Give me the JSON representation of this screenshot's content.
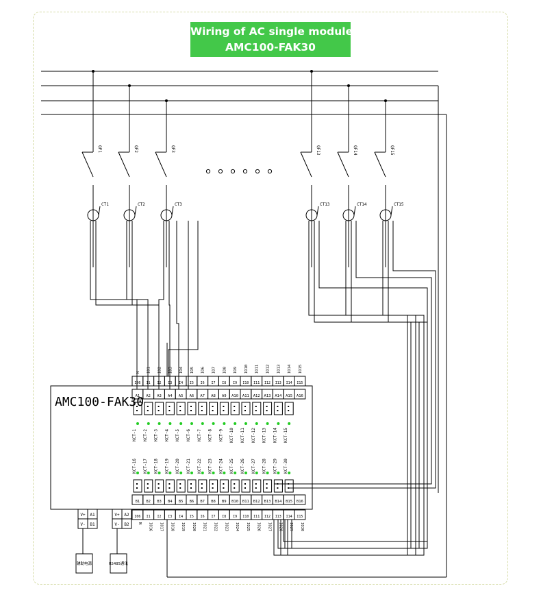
{
  "banner": {
    "line1": "Wiring of AC single module",
    "line2": "AMC100-FAK30"
  },
  "module": {
    "name": "AMC100-FAK30"
  },
  "upper_ct_labels": [
    "CT1",
    "CT2",
    "CT3",
    "CT13",
    "CT14",
    "CT15"
  ],
  "top_terminals": [
    "I06",
    "I1",
    "I2",
    "I3",
    "I4",
    "I5",
    "I6",
    "I7",
    "I8",
    "I9",
    "I10",
    "I11",
    "I12",
    "I13",
    "I14",
    "I15"
  ],
  "top_wire_labels": [
    "N",
    "IO1",
    "IO2",
    "IO3",
    "IO4",
    "IO5",
    "IO6",
    "IO7",
    "IO8",
    "IO9",
    "IO10",
    "IO11",
    "IO12",
    "IO13",
    "IO14",
    "IO15"
  ],
  "a_terminals": [
    "A1",
    "A2",
    "A3",
    "A4",
    "A5",
    "A6",
    "A7",
    "A8",
    "A9",
    "A10",
    "A11",
    "A12",
    "A13",
    "A14",
    "A15"
  ],
  "b_terminals": [
    "B1",
    "B2",
    "B3",
    "B4",
    "B5",
    "B6",
    "B7",
    "B8",
    "B9",
    "B10",
    "B11",
    "B12",
    "B13",
    "B14",
    "B15"
  ],
  "b_last": "B16",
  "a_last": "A16",
  "bottom_terminals": [
    "I06",
    "I1",
    "I2",
    "I3",
    "I4",
    "I5",
    "I6",
    "I7",
    "I8",
    "I9",
    "I10",
    "I11",
    "I12",
    "I13",
    "I14",
    "I15"
  ],
  "bottom_wire_labels": [
    "N",
    "IO16",
    "IO17",
    "IO18",
    "IO19",
    "IO20",
    "IO21",
    "IO22",
    "IO23",
    "IO24",
    "IO25",
    "IO26",
    "IO27",
    "IO28",
    "IO29",
    "IO30"
  ],
  "ct_upper_row": [
    "KCT-1",
    "KCT-2",
    "KCT-3",
    "KCT-4",
    "KCT-5",
    "KCT-6",
    "KCT-7",
    "KCT-8",
    "KCT-9",
    "KCT-10",
    "KCT-11",
    "KCT-12",
    "KCT-13",
    "KCT-14",
    "KCT-15"
  ],
  "ct_lower_row": [
    "KCT-16",
    "KCT-17",
    "KCT-18",
    "KCT-19",
    "KCT-20",
    "KCT-21",
    "KCT-22",
    "KCT-23",
    "KCT-24",
    "KCT-25",
    "KCT-26",
    "KCT-27",
    "KCT-28",
    "KCT-29",
    "KCT-30"
  ],
  "power": [
    {
      "pins": [
        "V+",
        "V-"
      ],
      "terms": [
        "A1",
        "B1"
      ],
      "box": "辅助电源"
    },
    {
      "pins": [
        "V+",
        "V-"
      ],
      "terms": [
        "A2",
        "B2"
      ],
      "box": "RS485通讯"
    }
  ],
  "colors": {
    "banner": "#43c849",
    "dots": "#22cc22",
    "frame": "#d6dca8"
  }
}
